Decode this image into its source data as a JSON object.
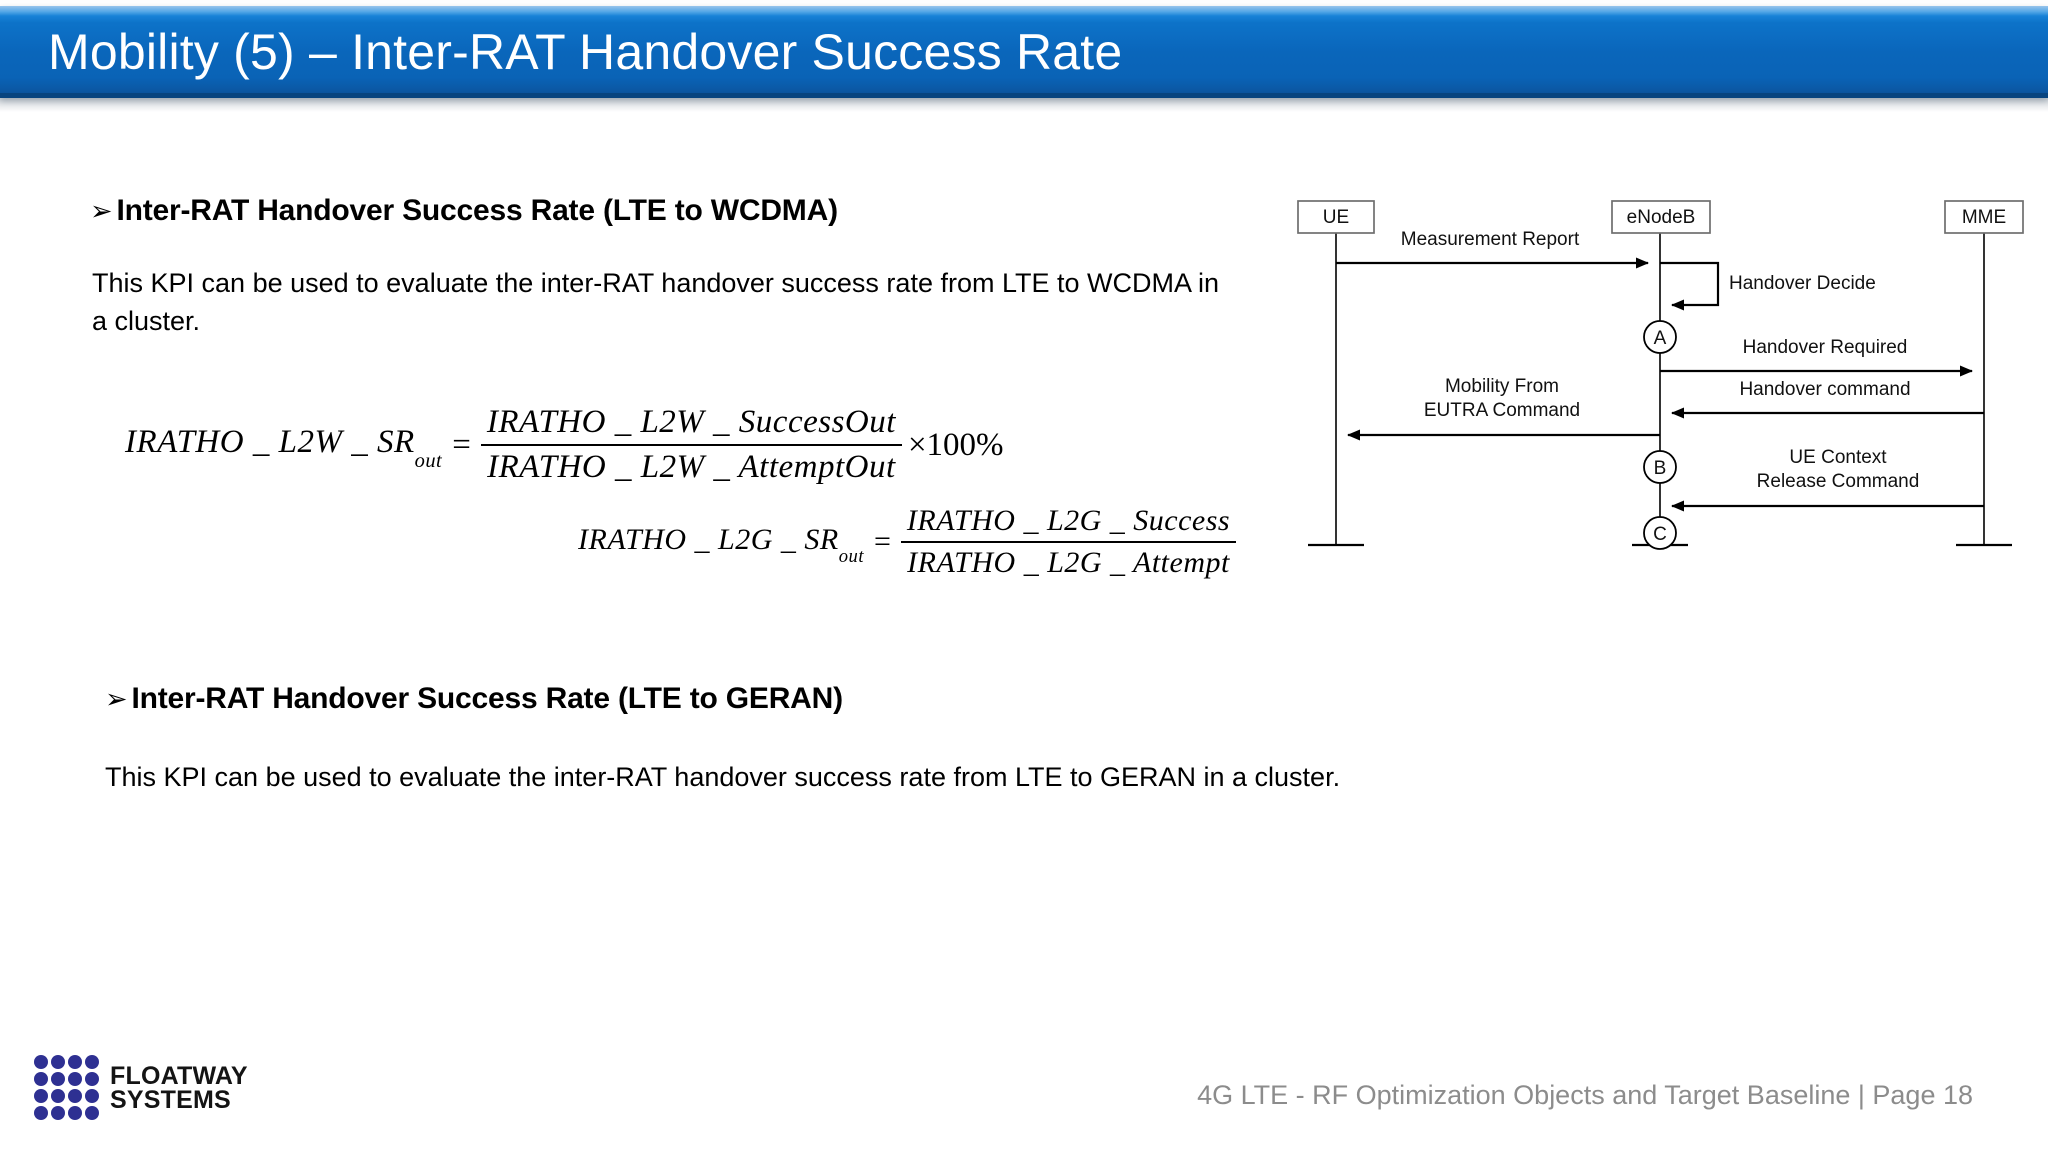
{
  "slide": {
    "title": "Mobility (5) – Inter-RAT Handover Success Rate",
    "header_color": "#0a66bb",
    "header_text_color": "#ffffff"
  },
  "body": {
    "bullet_glyph": "➢",
    "heading_wcdma": "Inter-RAT Handover Success Rate (LTE to WCDMA)",
    "paragraph_wcdma": "This KPI can be used to evaluate the inter-RAT handover success rate from LTE to WCDMA in a cluster.",
    "heading_geran": "Inter-RAT Handover Success Rate (LTE to GERAN)",
    "paragraph_geran": "This KPI can be used to evaluate the inter-RAT handover success rate from LTE to GERAN in a cluster."
  },
  "formulas": [
    {
      "lhs_main": "IRATHO _ L2W _ SR",
      "lhs_sub": "out",
      "equals": "=",
      "numerator": "IRATHO _ L2W _ SuccessOut",
      "denominator": "IRATHO _ L2W _ AttemptOut",
      "tail": "×100%"
    },
    {
      "lhs_main": "IRATHO _ L2G _ SR",
      "lhs_sub": "out",
      "equals": "=",
      "numerator": "IRATHO _ L2G _ Success",
      "denominator": "IRATHO _ L2G _ Attempt",
      "tail": ""
    }
  ],
  "diagram": {
    "type": "sequence-diagram",
    "lifelines": [
      {
        "id": "ue",
        "label": "UE"
      },
      {
        "id": "enodeb",
        "label": "eNodeB"
      },
      {
        "id": "mme",
        "label": "MME"
      }
    ],
    "messages": [
      {
        "label": "Measurement Report",
        "from": "ue",
        "to": "enodeb",
        "direction": "right"
      },
      {
        "label": "Handover Decide",
        "from": "enodeb",
        "to": "enodeb",
        "direction": "self"
      },
      {
        "label": "Handover Required",
        "from": "enodeb",
        "to": "mme",
        "direction": "right"
      },
      {
        "label": "Handover command",
        "from": "mme",
        "to": "enodeb",
        "direction": "left"
      },
      {
        "label": "Mobility From\nEUTRA Command",
        "line1": "Mobility From",
        "line2": "EUTRA Command",
        "from": "enodeb",
        "to": "ue",
        "direction": "left"
      },
      {
        "label": "UE Context Release Command",
        "line1": "UE Context",
        "line2": "Release Command",
        "from": "mme",
        "to": "enodeb",
        "direction": "left"
      }
    ],
    "markers": [
      {
        "label": "A"
      },
      {
        "label": "B"
      },
      {
        "label": "C"
      }
    ]
  },
  "footer": {
    "logo_line1": "FLOATWAY",
    "logo_line2": "SYSTEMS",
    "logo_color": "#2e3092",
    "note": "4G LTE - RF Optimization Objects and Target Baseline | Page 18",
    "note_color": "#8c8c8c"
  }
}
